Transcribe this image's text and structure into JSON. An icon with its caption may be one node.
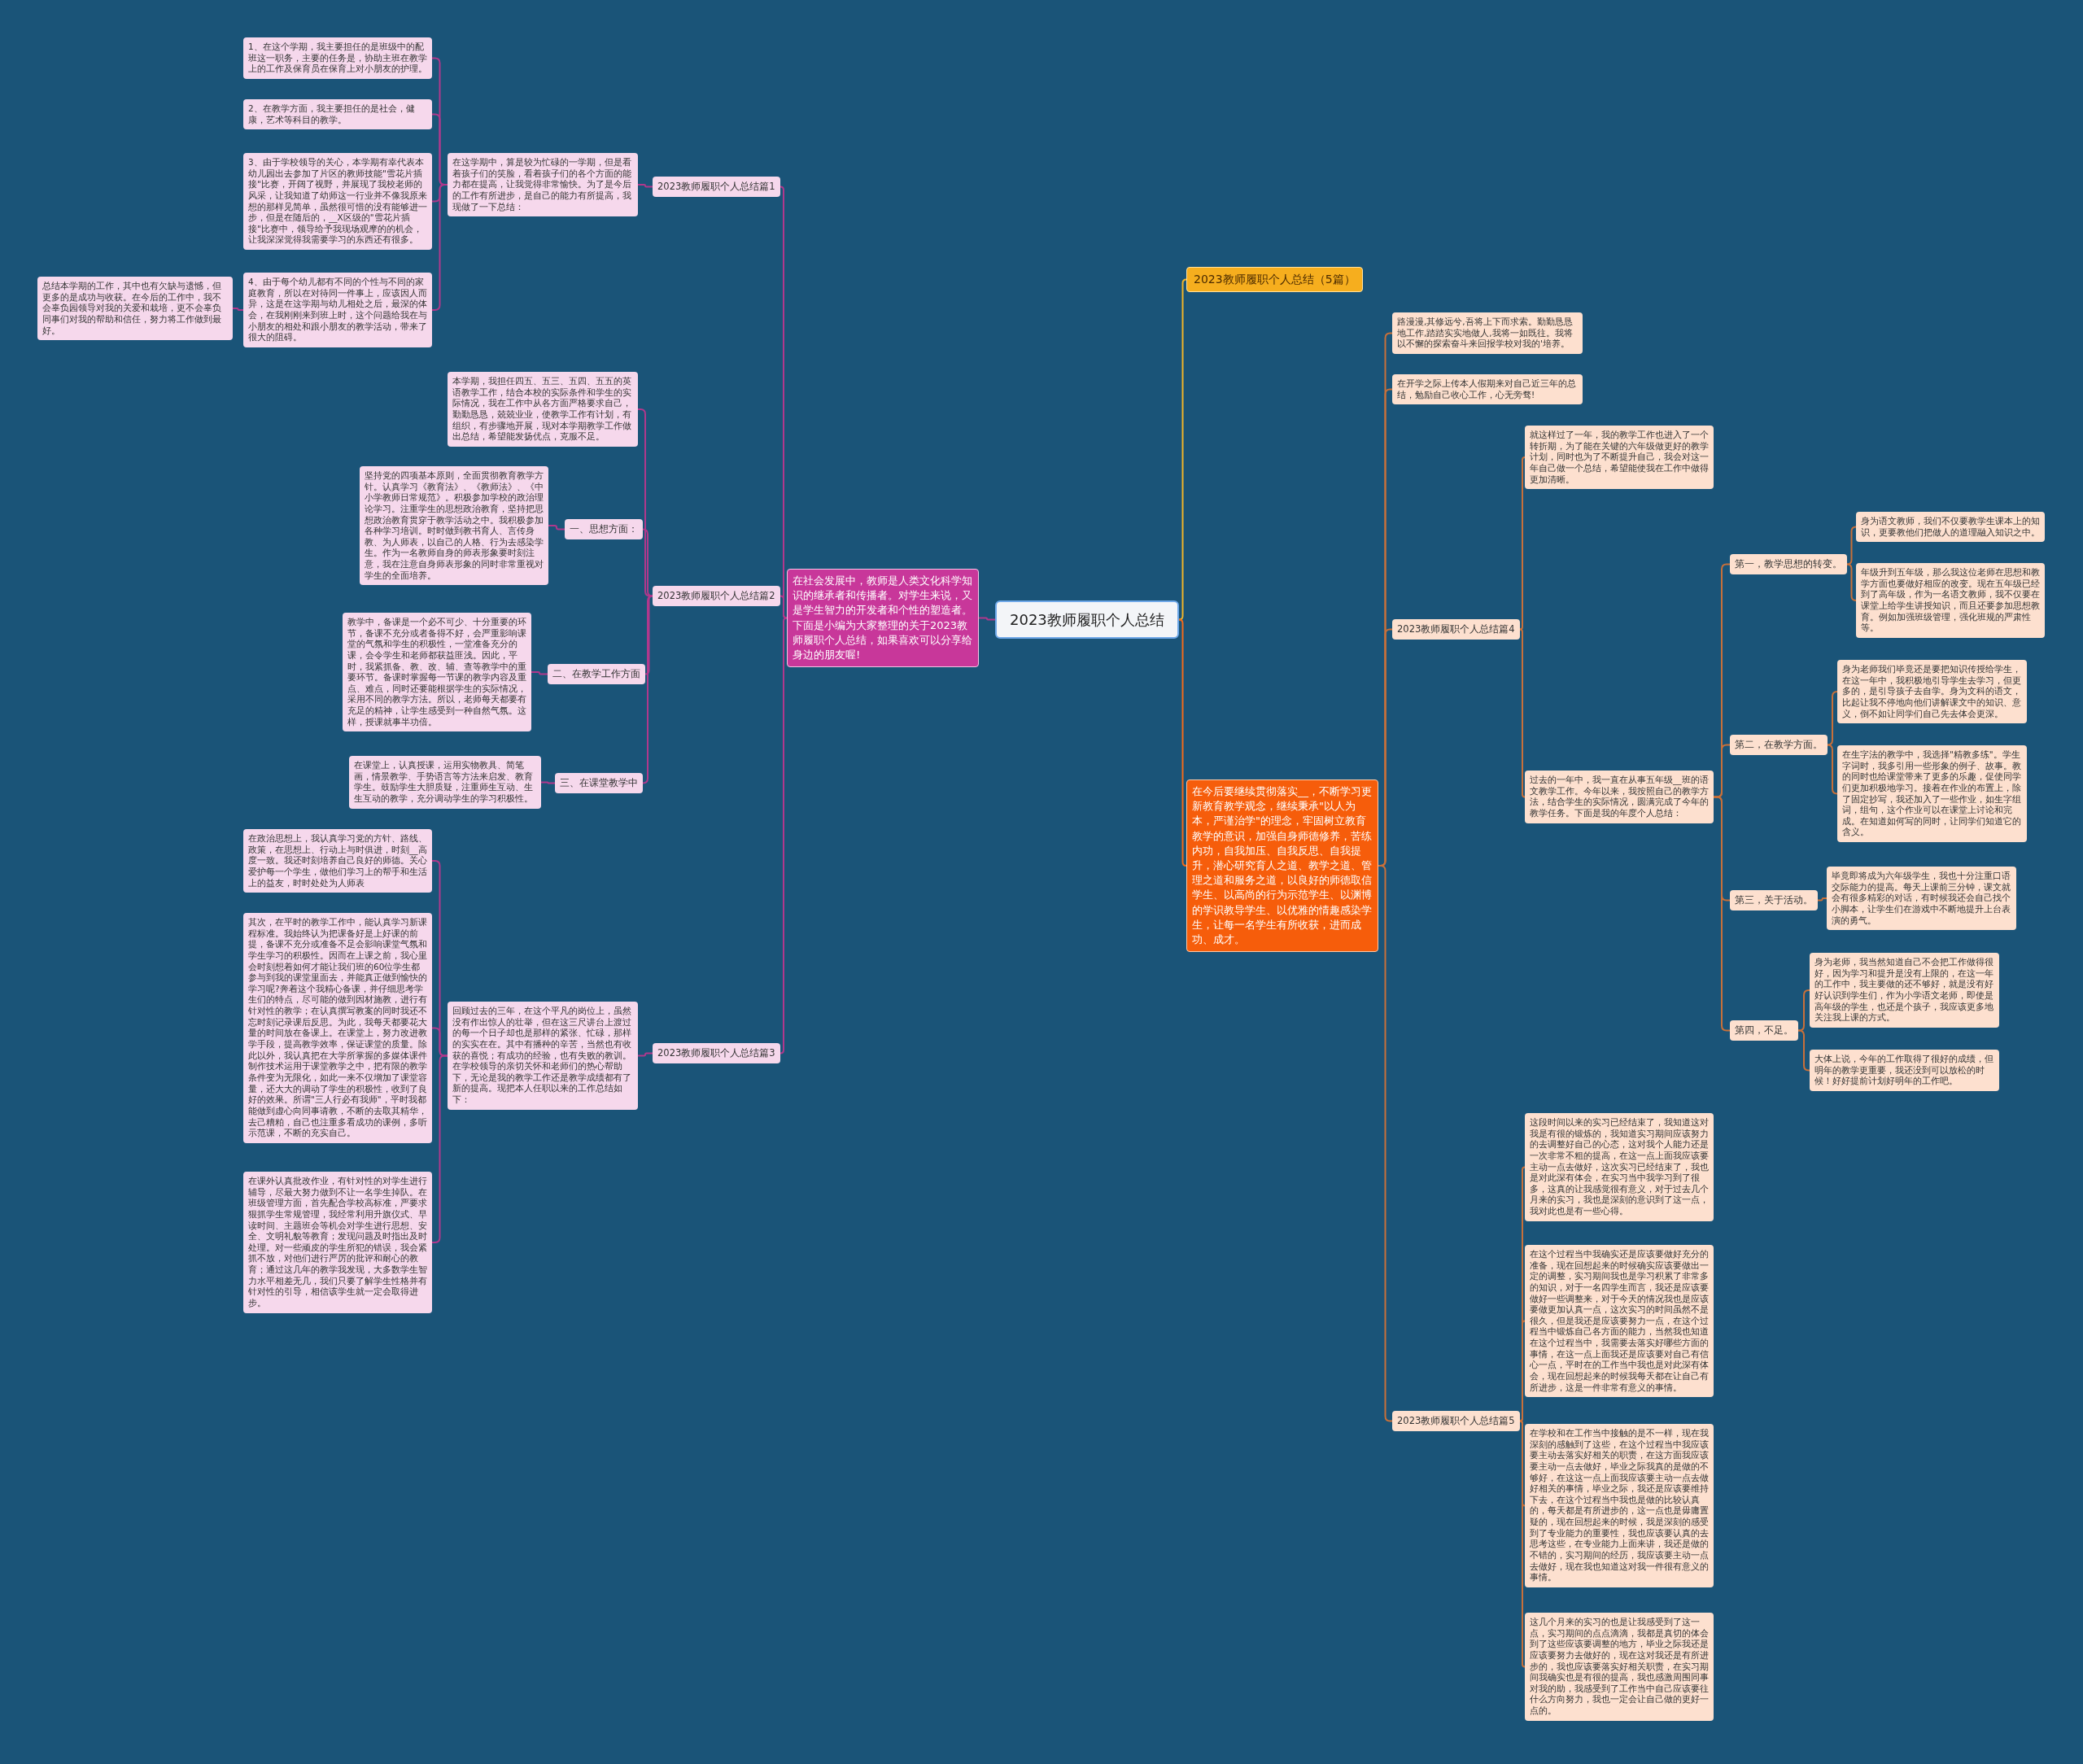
{
  "diagram": {
    "nodes": [
      {
        "text": [
          "2023教师履职个人总结"
        ]
      },
      {
        "text": [
          "在社会发展中，教师是人类文化科学知识的继承者和传播者。对学生来说，又是学生智力的开发者和个性的塑造者。下面是小编为大家整理的关于2023教师履职个人总结，如果喜欢可以分享给身边的朋友喔!"
        ]
      },
      {
        "text": [
          "2023教师履职个人总结篇1"
        ]
      },
      {
        "text": [
          "在这学期中，算是较为忙碌的一学期，但是看着孩子们的笑脸，看着孩子们的各个方面的能力都在提高，让我觉得非常愉快。为了是今后的工作有所进步，是自己的能力有所提高，我现做了一下总结："
        ]
      },
      {
        "text": [
          "1、在这个学期，我主要担任的是班级中的配班这一职务，主要的任务是，协助主班在教学上的工作及保育员在保育上对小朋友的护理。"
        ]
      },
      {
        "text": [
          "2、在教学方面，我主要担任的是社会，健康，艺术等科目的教学。"
        ]
      },
      {
        "text": [
          "3、由于学校领导的关心，本学期有幸代表本幼儿园出去参加了片区的教师技能\"雪花片插接\"比赛，开阔了视野，并展现了我校老师的风采，让我知道了幼师这一行业并不像我原来想的那样见简单，虽然很可惜的没有能够进一步，但是在随后的，__X区级的\"雪花片插接\"比赛中，领导给予我现场观摩的的机会，让我深深觉得我需要学习的东西还有很多。"
        ]
      },
      {
        "text": [
          "4、由于每个幼儿都有不同的个性与不同的家庭教育，所以在对待同一件事上，应该因人而异，这是在这学期与幼儿相处之后，最深的体会，在我刚刚来到班上时，这个问题给我在与小朋友的相处和跟小朋友的教学活动，带来了很大的阻碍。"
        ]
      },
      {
        "text": [
          "总结本学期的工作，其中也有欠缺与遗憾，但更多的是成功与收获。在今后的工作中，我不会辜负园领导对我的关爱和栽培，更不会辜负同事们对我的帮助和信任，努力将工作做到最好。"
        ]
      },
      {
        "text": [
          "2023教师履职个人总结篇2"
        ]
      },
      {
        "text": [
          "本学期，我担任四五、五三、五四、五五的英语教学工作，结合本校的实际条件和学生的实际情况，我在工作中从各方面严格要求自己，勤勤恳恳，兢兢业业，使教学工作有计划，有组织，有步骤地开展，现对本学期教学工作做出总结，希望能发扬优点，克服不足。"
        ]
      },
      {
        "text": [
          "一、思想方面："
        ]
      },
      {
        "text": [
          "坚持党的四项基本原则，全面贯彻教育教学方针。认真学习《教育法》、《教师法》、《中小学教师日常规范》。积极参加学校的政治理论学习。注重学生的思想政治教育，坚持把思想政治教育贯穿于教学活动之中。我积极参加各种学习培训。时时做到教书育人、言传身教、为人师表，以自己的人格、行为去感染学生。作为一名教师自身的师表形象要时刻注意，我在注意自身师表形象的同时非常重视对学生的全面培养。"
        ]
      },
      {
        "text": [
          "二、在教学工作方面"
        ]
      },
      {
        "text": [
          "教学中，备课是一个必不可少、十分重要的环节，备课不充分或者备得不好，会严重影响课堂的气氛和学生的积极性，一堂准备充分的课，会令学生和老师都获益匪浅。因此，平时，我紧抓备、教、改、辅、查等教学中的重要环节。备课时掌握每一节课的教学内容及重点、难点，同时还要能根据学生的实际情况，采用不同的教学方法。所以，老师每天都要有充足的精神，让学生感受到一种自然气氛。这样，授课就事半功倍。"
        ]
      },
      {
        "text": [
          "三、在课堂教学中"
        ]
      },
      {
        "text": [
          "在课堂上，认真授课，运用实物教具、简笔画，情景教学、手势语言等方法来启发、教育学生。鼓励学生大胆质疑，注重师生互动、生生互动的教学，充分调动学生的学习积极性。"
        ]
      },
      {
        "text": [
          "2023教师履职个人总结篇3"
        ]
      },
      {
        "text": [
          "回顾过去的三年，在这个平凡的岗位上，虽然没有作出惊人的壮举，但在这三尺讲台上渡过的每一个日子却也是那样的紧张、忙碌，那样的实实在在。其中有播种的辛苦，当然也有收获的喜悦；有成功的经验，也有失败的教训。在学校领导的亲切关怀和老师们的热心帮助下，无论是我的教学工作还是教学成绩都有了新的提高。现把本人任职以来的工作总结如下："
        ]
      },
      {
        "text": [
          "在政治思想上，我认真学习党的方针、路线、政策，在思想上、行动上与时俱进，时刻__高度一致。我还时刻培养自己良好的师德。关心爱护每一个学生，做他们学习上的帮手和生活上的益友，时时处处为人师表"
        ]
      },
      {
        "text": [
          "其次，在平时的教学工作中，能认真学习新课程标准。我始终认为把课备好是上好课的前提，备课不充分或准备不足会影响课堂气氛和学生学习的积极性。因而在上课之前，我心里会时刻想着如何才能让我们班的60位学生都参与到我的课堂里面去，并能真正做到愉快的学习呢?奔着这个我精心备课，并仔细思考学生们的特点，尽可能的做到因材施教，进行有针对性的教学；在认真撰写教案的同时我还不忘时刻记录课后反思。为此，我每天都要花大量的时间放在备课上。在课堂上，努力改进教学手段，提高教学效率，保证课堂的质量。除此以外，我认真把在大学所掌握的多媒体课件制作技术运用于课堂教学之中，把有限的教学条件变为无限化，如此一来不仅增加了课堂容量，还大大的调动了学生的积极性，收到了良好的效果。所谓\"三人行必有我师\"，平时我都能做到虚心向同事请教，不断的去取其精华，去己糟粕，自己也注重多看成功的课例，多听示范课，不断的充实自己。"
        ]
      },
      {
        "text": [
          "在课外认真批改作业，有针对性的对学生进行辅导，尽最大努力做到不让一名学生掉队。在班级管理方面，首先配合学校高标准，严要求狠抓学生常规管理，我经常利用升旗仪式、早读时间、主题班会等机会对学生进行思想、安全、文明礼貌等教育；发现问题及时指出及时处理。对一些顽皮的学生所犯的错误，我会紧抓不放，对他们进行严厉的批评和耐心的教育；通过这几年的教学我发现，大多数学生智力水平相差无几，我们只要了解学生性格并有针对性的引导，相信该学生就一定会取得进步。"
        ]
      },
      {
        "text": [
          "2023教师履职个人总结（5篇）"
        ]
      },
      {
        "text": [
          "在今后要继续贯彻落实__，不断学习更新教育教学观念，继续秉承\"以人为本，严谨治学\"的理念，牢固树立教育教学的意识，加强自身师德修养，苦练内功，自我加压、自我反思、自我提升，潜心研究育人之道、教学之道、管理之道和服务之道，以良好的师德取信学生、以高尚的行为示范学生、以渊博的学识教导学生、以优雅的情趣感染学生，让每一名学生有所收获，进而成功、成才。"
        ]
      },
      {
        "text": [
          "路漫漫,其修远兮,吾将上下而求索。勤勤恳恳地工作,踏踏实实地做人,我将一如既往。我将以不懈的探索奋斗来回报学校对我的'培养。"
        ]
      },
      {
        "text": [
          "在开学之际上传本人假期来对自己近三年的总结，勉励自己收心工作，心无旁骛!"
        ]
      },
      {
        "text": [
          "2023教师履职个人总结篇4"
        ]
      },
      {
        "text": [
          "就这样过了一年，我的教学工作也进入了一个转折期，为了能在关键的六年级做更好的教学计划，同时也为了不断提升自己，我会对这一年自己做一个总结，希望能使我在工作中做得更加清晰。"
        ]
      },
      {
        "text": [
          "过去的一年中，我一直在从事五年级__班的语文教学工作。今年以来，我按照自己的教学方法，结合学生的实际情况，圆满完成了今年的教学任务。下面是我的年度个人总结："
        ]
      },
      {
        "text": [
          "第一，教学思想的转变。"
        ]
      },
      {
        "text": [
          "身为语文教师，我们不仅要教学生课本上的知识，更要教他们把做人的道理融入知识之中。"
        ]
      },
      {
        "text": [
          "年级升到五年级，那么我这位老师在思想和教学方面也要做好相应的改变。现在五年级已经到了高年级，作为一名语文教师，我不仅要在课堂上给学生讲授知识，而且还要参加思想教育。例如加强班级管理，强化班规的严肃性等。"
        ]
      },
      {
        "text": [
          "第二，在教学方面。"
        ]
      },
      {
        "text": [
          "身为老师我们毕竟还是要把知识传授给学生，在这一年中，我积极地引导学生去学习，但更多的，是引导孩子去自学。身为文科的语文，比起让我不停地向他们讲解课文中的知识、意义，倒不如让同学们自己先去体会更深。"
        ]
      },
      {
        "text": [
          "在生字法的教学中，我选择\"精教多练\"。学生字词时，我多引用一些形象的例子、故事。教的同时也给课堂带来了更多的乐趣，促使同学们更加积极地学习。接着在作业的布置上，除了固定抄写，我还加入了一些作业，如生字组词，组句，这个作业可以在课堂上讨论和完成。在知道如何写的同时，让同学们知道它的含义。"
        ]
      },
      {
        "text": [
          "第三，关于活动。"
        ]
      },
      {
        "text": [
          "毕竟即将成为六年级学生，我也十分注重口语交际能力的提高。每天上课前三分钟，课文就会有很多精彩的对话，有时候我还会自己找个小脚本，让学生们在游戏中不断地提升上台表演的勇气。"
        ]
      },
      {
        "text": [
          "第四，不足。"
        ]
      },
      {
        "text": [
          "身为老师，我当然知道自己不会把工作做得很好，因为学习和提升是没有上限的，在这一年的工作中，我主要做的还不够好，就是没有好好认识到学生们，作为小学语文老师，即使是高年级的学生，也还是个孩子，我应该更多地关注我上课的方式。"
        ]
      },
      {
        "text": [
          "大体上说，今年的工作取得了很好的成绩，但明年的教学更重要，我还没到可以放松的时候！好好提前计划好明年的工作吧。"
        ]
      },
      {
        "text": [
          "2023教师履职个人总结篇5"
        ]
      },
      {
        "text": [
          "这段时间以来的实习已经结束了，我知道这对我是有很的锻炼的，我知道实习期间应该努力的去调整好自己的心态，这对我个人能力还是一次非常不粗的提高，在这一点上面我应该要主动一点去做好，这次实习已经结束了，我也是对此深有体会，在实习当中我学习到了很多，这真的让我感觉很有意义，对于过去几个月来的实习，我也是深刻的意识到了这一点，我对此也是有一些心得。"
        ]
      },
      {
        "text": [
          "在这个过程当中我确实还是应该要做好充分的准备，现在回想起来的时候确实应该要做出一定的调整，实习期间我也是学习积累了非常多的知识，对于一名四学生而言，我还是应该要做好一些调整来，对于今天的情况我也是应该要做更加认真一点，这次实习的时间虽然不是很久，但是我还是应该要努力一点，在这个过程当中锻炼自己各方面的能力，当然我也知道在这个过程当中，我需要去落实好哪些方面的事情，在这一点上面我还是应该要对自己有信心一点，平时在的工作当中我也是对此深有体会，现在回想起来的时候我每天都在让自己有所进步，这是一件非常有意义的事情。"
        ]
      },
      {
        "text": [
          "在学校和在工作当中接触的是不一样，现在我深刻的感触到了这些，在这个过程当中我应该要主动去落实好相关的职责，在这方面我应该要主动一点去做好，毕业之际我真的是做的不够好，在这这一点上面我应该要主动一点去做好相关的事情，毕业之际，我还是应该要维持下去，在这个过程当中我也是做的比较认真的，每天都是有所进步的，这一点也是毋庸置疑的，现在回想起来的时候，我是深刻的感受到了专业能力的重要性，我也应该要认真的去思考这些，在专业能力上面来讲，我还是做的不错的，实习期间的经历，我应该要主动一点去做好，现在我也知道这对我一件很有意义的事情。"
        ]
      },
      {
        "text": [
          "这几个月来的实习的也是让我感受到了这一点，实习期间的点点滴滴，我都是真切的体会到了这些应该要调整的地方，毕业之际我还是应该要努力去做好的，现在这对我还是有所进步的，我也应该要落实好相关职责，在实习期间我确实也是有很的提高，我也感激周围同事对我的助，我感受到了工作当中自己应该要往什么方向努力，我也一定会让自己做的更好一点的。"
        ]
      }
    ],
    "edges": [
      {
        "from": 0,
        "to": 1,
        "arrow": "none",
        "color": "#b0388c"
      },
      {
        "from": 1,
        "to": 2,
        "arrow": "none",
        "color": "#b0388c"
      },
      {
        "from": 1,
        "to": 9,
        "arrow": "none",
        "color": "#b0388c"
      },
      {
        "from": 1,
        "to": 17,
        "arrow": "none",
        "color": "#b0388c"
      },
      {
        "from": 2,
        "to": 3,
        "arrow": "none",
        "color": "#b0388c"
      },
      {
        "from": 3,
        "to": 4,
        "arrow": "none",
        "color": "#b0388c"
      },
      {
        "from": 3,
        "to": 5,
        "arrow": "none",
        "color": "#b0388c"
      },
      {
        "from": 3,
        "to": 6,
        "arrow": "none",
        "color": "#b0388c"
      },
      {
        "from": 3,
        "to": 7,
        "arrow": "none",
        "color": "#b0388c"
      },
      {
        "from": 7,
        "to": 8,
        "arrow": "none",
        "color": "#b0388c"
      },
      {
        "from": 9,
        "to": 10,
        "arrow": "none",
        "color": "#b0388c"
      },
      {
        "from": 9,
        "to": 11,
        "arrow": "none",
        "color": "#b0388c"
      },
      {
        "from": 9,
        "to": 13,
        "arrow": "none",
        "color": "#b0388c"
      },
      {
        "from": 9,
        "to": 15,
        "arrow": "none",
        "color": "#b0388c"
      },
      {
        "from": 11,
        "to": 12,
        "arrow": "none",
        "color": "#b0388c"
      },
      {
        "from": 13,
        "to": 14,
        "arrow": "none",
        "color": "#b0388c"
      },
      {
        "from": 15,
        "to": 16,
        "arrow": "none",
        "color": "#b0388c"
      },
      {
        "from": 17,
        "to": 18,
        "arrow": "none",
        "color": "#b0388c"
      },
      {
        "from": 18,
        "to": 19,
        "arrow": "none",
        "color": "#b0388c"
      },
      {
        "from": 18,
        "to": 20,
        "arrow": "none",
        "color": "#b0388c"
      },
      {
        "from": 18,
        "to": 21,
        "arrow": "none",
        "color": "#b0388c"
      },
      {
        "from": 0,
        "to": 22,
        "arrow": "none",
        "color": "#f0b429"
      },
      {
        "from": 0,
        "to": 23,
        "arrow": "none",
        "color": "#f26a1b"
      },
      {
        "from": 23,
        "to": 24,
        "arrow": "none"
      },
      {
        "from": 23,
        "to": 25,
        "arrow": "none"
      },
      {
        "from": 23,
        "to": 26,
        "arrow": "none"
      },
      {
        "from": 23,
        "to": 40,
        "arrow": "none"
      },
      {
        "from": 26,
        "to": 27,
        "arrow": "none"
      },
      {
        "from": 26,
        "to": 28,
        "arrow": "none"
      },
      {
        "from": 28,
        "to": 29,
        "arrow": "none"
      },
      {
        "from": 28,
        "to": 32,
        "arrow": "none"
      },
      {
        "from": 28,
        "to": 35,
        "arrow": "none"
      },
      {
        "from": 28,
        "to": 37,
        "arrow": "none"
      },
      {
        "from": 29,
        "to": 30,
        "arrow": "none"
      },
      {
        "from": 29,
        "to": 31,
        "arrow": "none"
      },
      {
        "from": 32,
        "to": 33,
        "arrow": "none"
      },
      {
        "from": 32,
        "to": 34,
        "arrow": "none"
      },
      {
        "from": 35,
        "to": 36,
        "arrow": "none"
      },
      {
        "from": 37,
        "to": 38,
        "arrow": "none"
      },
      {
        "from": 37,
        "to": 39,
        "arrow": "none"
      },
      {
        "from": 40,
        "to": 41,
        "arrow": "none"
      },
      {
        "from": 40,
        "to": 42,
        "arrow": "none"
      },
      {
        "from": 40,
        "to": 43,
        "arrow": "none"
      },
      {
        "from": 40,
        "to": 44,
        "arrow": "none"
      }
    ]
  }
}
